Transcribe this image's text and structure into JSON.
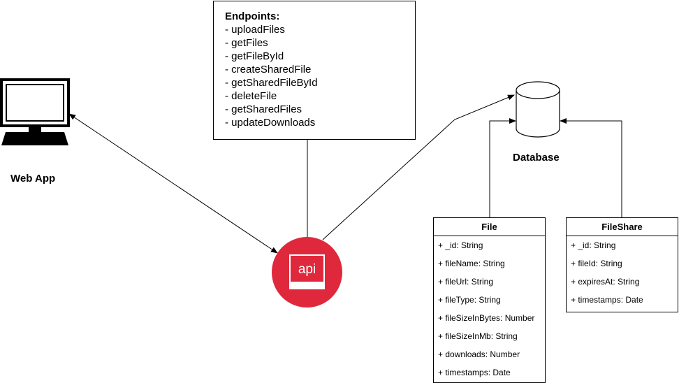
{
  "web_app": {
    "label": "Web App"
  },
  "endpoints": {
    "title": "Endpoints:",
    "items": [
      "- uploadFiles",
      "- getFiles",
      "- getFileById",
      "- createSharedFile",
      "- getSharedFileById",
      "- deleteFile",
      "- getSharedFiles",
      "- updateDownloads"
    ]
  },
  "api": {
    "label": "api"
  },
  "database": {
    "label": "Database"
  },
  "file_entity": {
    "title": "File",
    "fields": [
      "+ _id: String",
      "+ fileName: String",
      "+ fileUrl: String",
      "+ fileType: String",
      "+ fileSizeInBytes: Number",
      "+ fileSizeInMb: String",
      "+ downloads: Number",
      "+ timestamps: Date"
    ]
  },
  "fileshare_entity": {
    "title": "FileShare",
    "fields": [
      "+ _id: String",
      "+ fileId: String",
      "+ expiresAt: String",
      "+ timestamps: Date"
    ]
  },
  "colors": {
    "api_red": "#e0283c",
    "line": "#000000"
  }
}
